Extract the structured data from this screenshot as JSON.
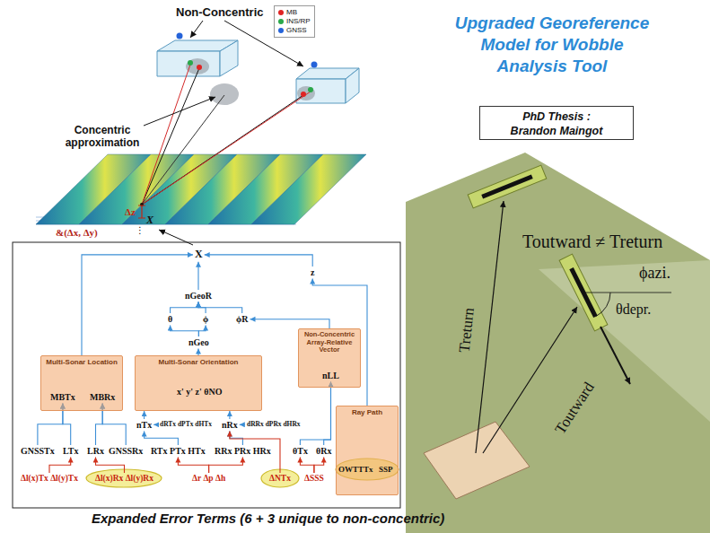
{
  "diagram": {
    "title": "Upgraded Georeference Model for Wobble Analysis Tool",
    "caption": "Expanded Error Terms (6 + 3 unique to non-concentric)",
    "nodes": [
      {
        "text": [
          "PhD Thesis :",
          "Brandon Maingot"
        ]
      },
      {
        "text": [
          "X"
        ]
      },
      {
        "text": [
          "z"
        ]
      },
      {
        "text": [
          "nGeoR"
        ]
      },
      {
        "text": [
          "θ"
        ]
      },
      {
        "text": [
          "ϕ"
        ]
      },
      {
        "text": [
          "ϕR"
        ]
      },
      {
        "text": [
          "Non-Concentric Array-Relative Vector"
        ]
      },
      {
        "text": [
          "nLL"
        ],
        "in": 7
      },
      {
        "text": [
          "nGeo"
        ]
      },
      {
        "text": [
          "Multi-Sonar Location"
        ]
      },
      {
        "text": [
          "MBTx"
        ],
        "in": 10
      },
      {
        "text": [
          "MBRx"
        ],
        "in": 10
      },
      {
        "text": [
          "Multi-Sonar Orientation"
        ]
      },
      {
        "text": [
          "x' y' z' θNO"
        ],
        "in": 13
      },
      {
        "text": [
          "nTx"
        ]
      },
      {
        "text": [
          "dRTx dPTx dHTx"
        ]
      },
      {
        "text": [
          "nRx"
        ]
      },
      {
        "text": [
          "dRRx dPRx dHRx"
        ]
      },
      {
        "text": [
          "Ray Path"
        ]
      },
      {
        "text": [
          "OWTTTx"
        ],
        "in": 19
      },
      {
        "text": [
          "SSP"
        ],
        "in": 19
      },
      {
        "text": [
          "GNSSTx"
        ]
      },
      {
        "text": [
          "LTx"
        ]
      },
      {
        "text": [
          "LRx"
        ]
      },
      {
        "text": [
          "GNSSRx"
        ]
      },
      {
        "text": [
          "RTx PTx HTx"
        ]
      },
      {
        "text": [
          "RRx PRx HRx"
        ]
      },
      {
        "text": [
          "θTx"
        ]
      },
      {
        "text": [
          "θRx"
        ]
      },
      {
        "text": [
          "Δl(x)Tx Δl(y)Tx"
        ]
      },
      {
        "text": [
          "Δl(x)Rx Δl(y)Rx"
        ]
      },
      {
        "text": [
          "Δr Δp Δh"
        ]
      },
      {
        "text": [
          "ΔNTx"
        ]
      },
      {
        "text": [
          "ΔSSS"
        ]
      }
    ],
    "edges": [
      {
        "from": 10,
        "to": 1,
        "arrow": "to"
      },
      {
        "from": 2,
        "to": 1,
        "arrow": "to"
      },
      {
        "from": 3,
        "to": 1,
        "arrow": "to"
      },
      {
        "from": 4,
        "to": 3,
        "arrow": "to"
      },
      {
        "from": 5,
        "to": 3,
        "arrow": "to"
      },
      {
        "from": 6,
        "to": 3,
        "arrow": "to"
      },
      {
        "from": 9,
        "to": 4,
        "arrow": "to"
      },
      {
        "from": 9,
        "to": 5,
        "arrow": "to"
      },
      {
        "from": 7,
        "to": 6,
        "arrow": "to"
      },
      {
        "from": 13,
        "to": 9,
        "arrow": "to"
      },
      {
        "from": 19,
        "to": 2,
        "arrow": "to"
      },
      {
        "from": 15,
        "to": 13,
        "arrow": "to"
      },
      {
        "from": 17,
        "to": 13,
        "arrow": "to"
      },
      {
        "from": 16,
        "to": 15,
        "arrow": "to"
      },
      {
        "from": 18,
        "to": 17,
        "arrow": "to"
      },
      {
        "from": 22,
        "to": 11,
        "arrow": "to"
      },
      {
        "from": 23,
        "to": 11,
        "arrow": "to"
      },
      {
        "from": 24,
        "to": 12,
        "arrow": "to"
      },
      {
        "from": 25,
        "to": 12,
        "arrow": "to"
      },
      {
        "from": 26,
        "to": 15,
        "arrow": "to"
      },
      {
        "from": 27,
        "to": 17,
        "arrow": "to"
      },
      {
        "from": 28,
        "to": 8,
        "arrow": "to"
      },
      {
        "from": 29,
        "to": 8,
        "arrow": "to"
      },
      {
        "from": 30,
        "to": 23,
        "arrow": "to"
      },
      {
        "from": 31,
        "to": 24,
        "arrow": "to"
      },
      {
        "from": 32,
        "to": 26,
        "arrow": "to"
      },
      {
        "from": 32,
        "to": 27,
        "arrow": "to"
      },
      {
        "from": 33,
        "to": 17,
        "arrow": "to"
      },
      {
        "from": 34,
        "to": 28,
        "arrow": "to"
      },
      {
        "from": 34,
        "to": 29,
        "arrow": "to"
      }
    ],
    "labels": [
      "Non-Concentric",
      "Concentric approximation",
      "Δz",
      "X",
      "⋮",
      "&(Δx, Δy)",
      "Toutward ≠ Treturn",
      "Treturn",
      "ϕazi.",
      "θdepr.",
      "Toutward"
    ],
    "legend": [
      {
        "text": "MB",
        "color": "#e02424"
      },
      {
        "text": "INS/RP",
        "color": "#2aa84a"
      },
      {
        "text": "GNSS",
        "color": "#2563d9"
      }
    ]
  }
}
